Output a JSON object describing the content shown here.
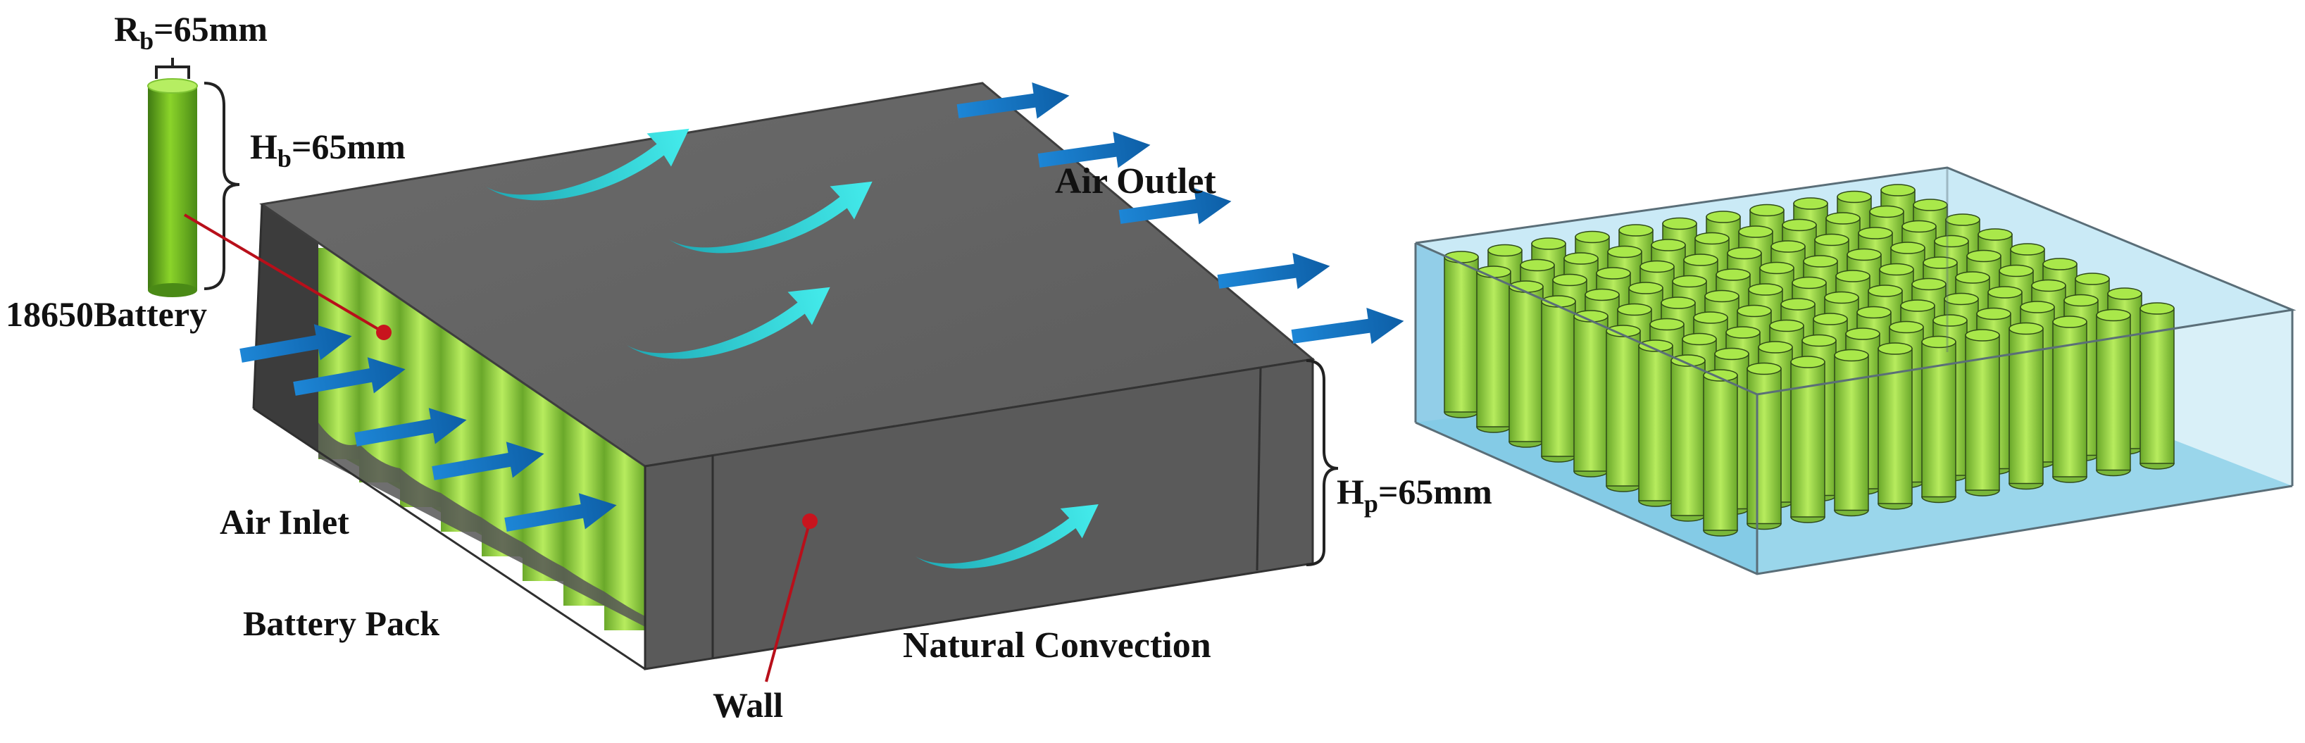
{
  "labels": {
    "radius_main": "R",
    "radius_sub": "b",
    "radius_value": "=65mm",
    "height_main": "H",
    "height_sub": "b",
    "height_value": "=65mm",
    "battery": "18650Battery",
    "air_outlet": "Air Outlet",
    "air_inlet": "Air Inlet",
    "battery_pack": "Battery Pack",
    "wall": "Wall",
    "natural_convection": "Natural Convection",
    "pack_height_main": "H",
    "pack_height_sub": "p",
    "pack_height_value": "=65mm"
  },
  "colors": {
    "box_top": "#666666",
    "box_front": "#5a5a5a",
    "box_side": "#505050",
    "battery_green": "#8bd42a",
    "battery_dark": "#4f8f18",
    "airflow_arrow": "#0f6fbd",
    "convection_arrow": "#34dada",
    "marker": "#c8141e",
    "coolant": "#8fd0ea"
  },
  "icons": [
    "blue-airflow-arrow",
    "cyan-curved-arrow",
    "red-pointer-dot"
  ]
}
